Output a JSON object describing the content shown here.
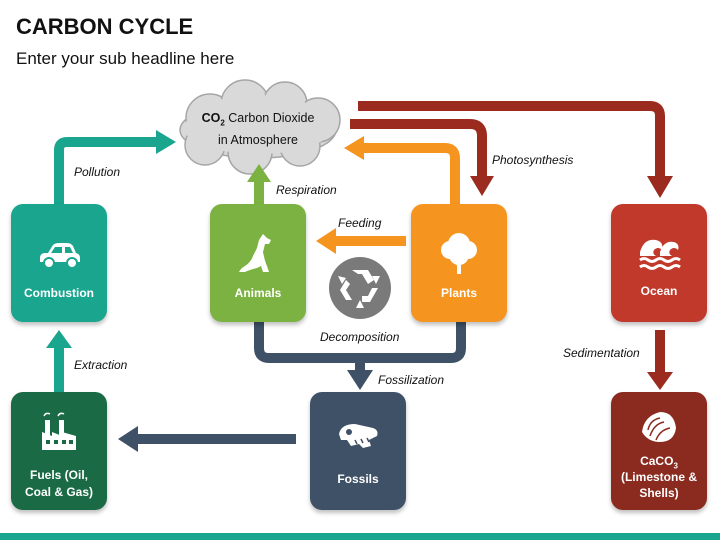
{
  "title": "CARBON CYCLE",
  "subtitle": "Enter your sub headline here",
  "cloud": {
    "formula_main": "CO",
    "formula_sub": "2",
    "line1": "Carbon Dioxide",
    "line2": "in Atmosphere"
  },
  "nodes": {
    "combustion": {
      "label": "Combustion",
      "color": "#1aa58f",
      "icon": "car-icon"
    },
    "animals": {
      "label": "Animals",
      "color": "#7bb241",
      "icon": "dog-icon"
    },
    "plants": {
      "label": "Plants",
      "color": "#f5941e",
      "icon": "tree-icon"
    },
    "ocean": {
      "label": "Ocean",
      "color": "#c0392b",
      "icon": "wave-icon"
    },
    "fuels": {
      "label_line1": "Fuels (Oil,",
      "label_line2": "Coal & Gas)",
      "color": "#1a6b45",
      "icon": "factory-icon"
    },
    "fossils": {
      "label": "Fossils",
      "color": "#3e5166",
      "icon": "dinosaur-skull-icon"
    },
    "caco3": {
      "label_main": "CaCO",
      "label_sub": "3",
      "label_line2": "(Limestone &",
      "label_line3": "Shells)",
      "color": "#8b2a1f",
      "icon": "shell-icon"
    }
  },
  "edge_labels": {
    "pollution": "Pollution",
    "respiration": "Respiration",
    "photosynthesis": "Photosynthesis",
    "feeding": "Feeding",
    "decomposition": "Decomposition",
    "extraction": "Extraction",
    "fossilization": "Fossilization",
    "sedimentation": "Sedimentation"
  },
  "center_icon": "recycle-icon"
}
